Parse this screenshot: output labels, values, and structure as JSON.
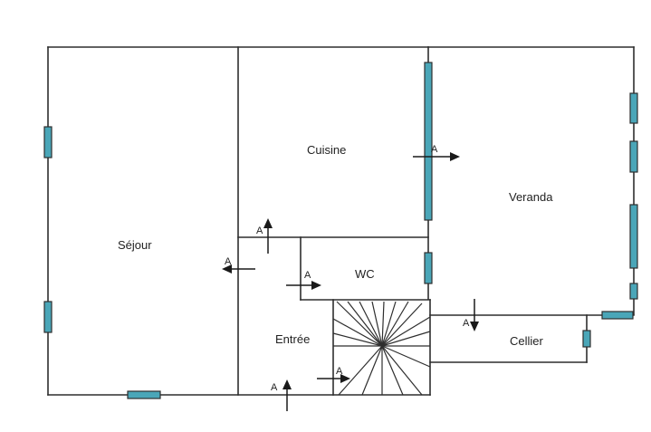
{
  "rooms": {
    "sejour": "Séjour",
    "cuisine": "Cuisine",
    "veranda": "Veranda",
    "wc": "WC",
    "entree": "Entrée",
    "cellier": "Cellier"
  },
  "airflow_marker": "A",
  "colors": {
    "wall": "#2e2e2e",
    "window_fill": "#4aa6b8",
    "background": "#ffffff"
  }
}
